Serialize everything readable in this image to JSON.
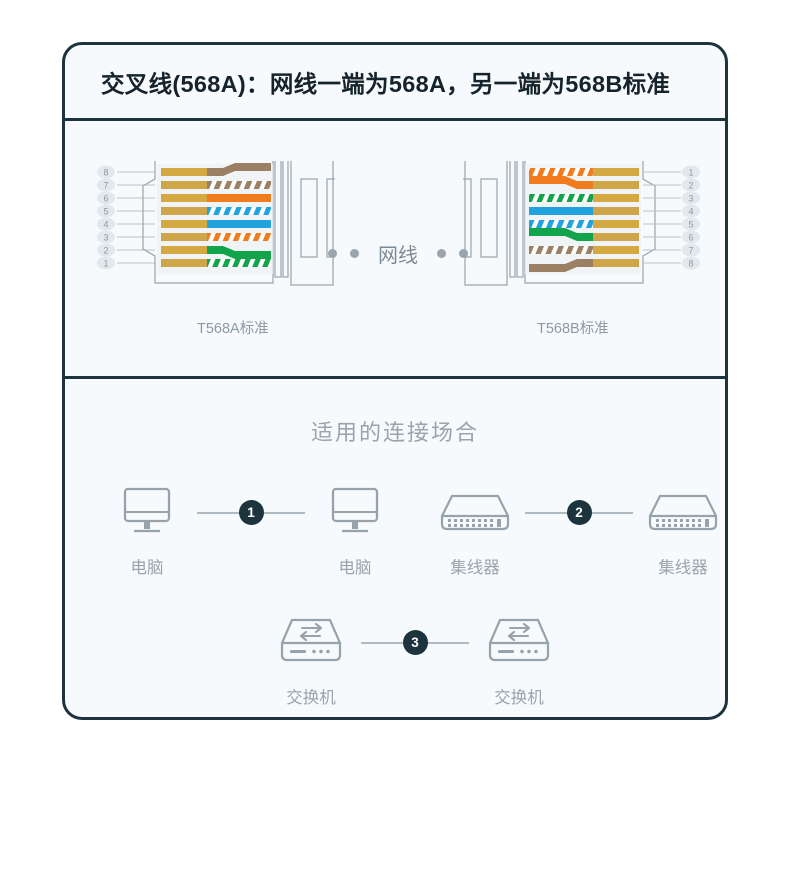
{
  "title": "交叉线(568A)：网线一端为568A，另一端为568B标准",
  "colors": {
    "border": "#1d333d",
    "panel_bg": "#f6fafc",
    "badge_bg": "#1d333d",
    "muted_text": "#9aa4ac",
    "wire_orange": "#f07c1e",
    "wire_blue": "#22a3e0",
    "wire_green": "#12a44a",
    "wire_brown": "#9b8063",
    "contact_gold": "#d4a843"
  },
  "connector_section": {
    "cable_label": "网线",
    "dot_count_each_side": 2,
    "left": {
      "caption": "T568A标准",
      "pin_numbers": [
        "8",
        "7",
        "6",
        "5",
        "4",
        "3",
        "2",
        "1"
      ],
      "wires_top_to_bottom": [
        {
          "pin": "8",
          "name": "棕",
          "color": "#9b8063",
          "striped": false
        },
        {
          "pin": "7",
          "name": "棕白",
          "color": "#9b8063",
          "striped": true
        },
        {
          "pin": "6",
          "name": "橙",
          "color": "#f07c1e",
          "striped": false
        },
        {
          "pin": "5",
          "name": "蓝白",
          "color": "#22a3e0",
          "striped": true
        },
        {
          "pin": "4",
          "name": "蓝",
          "color": "#22a3e0",
          "striped": false
        },
        {
          "pin": "3",
          "name": "橙白",
          "color": "#f07c1e",
          "striped": true
        },
        {
          "pin": "2",
          "name": "绿",
          "color": "#12a44a",
          "striped": false
        },
        {
          "pin": "1",
          "name": "绿白",
          "color": "#12a44a",
          "striped": true
        }
      ]
    },
    "right": {
      "caption": "T568B标准",
      "pin_numbers": [
        "1",
        "2",
        "3",
        "4",
        "5",
        "6",
        "7",
        "8"
      ],
      "wires_top_to_bottom": [
        {
          "pin": "1",
          "name": "橙白",
          "color": "#f07c1e",
          "striped": true
        },
        {
          "pin": "2",
          "name": "橙",
          "color": "#f07c1e",
          "striped": false
        },
        {
          "pin": "3",
          "name": "绿白",
          "color": "#12a44a",
          "striped": true
        },
        {
          "pin": "4",
          "name": "蓝",
          "color": "#22a3e0",
          "striped": false
        },
        {
          "pin": "5",
          "name": "蓝白",
          "color": "#22a3e0",
          "striped": true
        },
        {
          "pin": "6",
          "name": "绿",
          "color": "#12a44a",
          "striped": false
        },
        {
          "pin": "7",
          "name": "棕白",
          "color": "#9b8063",
          "striped": true
        },
        {
          "pin": "8",
          "name": "棕",
          "color": "#9b8063",
          "striped": false
        }
      ]
    }
  },
  "usage_section": {
    "title": "适用的连接场合",
    "pairs": [
      {
        "badge": "1",
        "left_label": "电脑",
        "right_label": "电脑",
        "icon": "desktop-computer-icon"
      },
      {
        "badge": "2",
        "left_label": "集线器",
        "right_label": "集线器",
        "icon": "network-hub-icon"
      },
      {
        "badge": "3",
        "left_label": "交换机",
        "right_label": "交换机",
        "icon": "network-switch-icon"
      }
    ]
  }
}
